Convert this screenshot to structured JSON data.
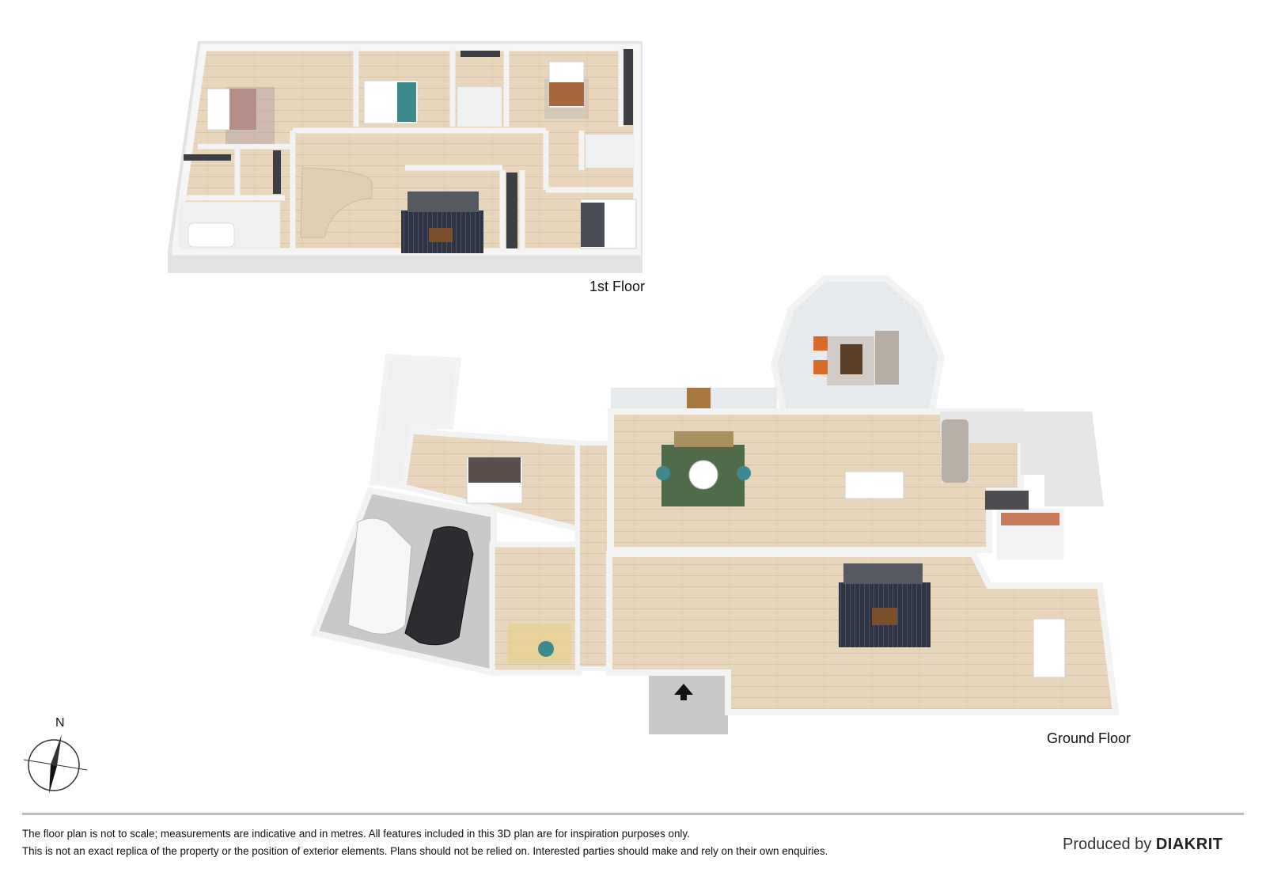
{
  "floors": {
    "first_floor_label": "1st Floor",
    "ground_floor_label": "Ground Floor"
  },
  "compass": {
    "north_label": "N",
    "icon": "compass-rose-icon"
  },
  "footer": {
    "disclaimer_line_1": "The floor plan is not to scale; measurements are indicative and in metres. All features included in this 3D plan are for inspiration purposes only.",
    "disclaimer_line_2": "This is not an exact replica of the property or the position of exterior elements. Plans should not be relied on. Interested parties should make and rely on their own enquiries.",
    "credit_prefix": "Produced by",
    "credit_brand": "DIAKRIT"
  },
  "colors": {
    "floor_wood": "#e6d3b8",
    "wall": "#f4f4f4",
    "wall_shadow": "#d8d8d8",
    "tile": "#e9ecee",
    "garage": "#c9c9c9",
    "rug_green": "#4f6b4a",
    "rug_dark": "#2f3440",
    "accent_teal": "#3d8a8e",
    "accent_orange": "#d86a2a"
  }
}
